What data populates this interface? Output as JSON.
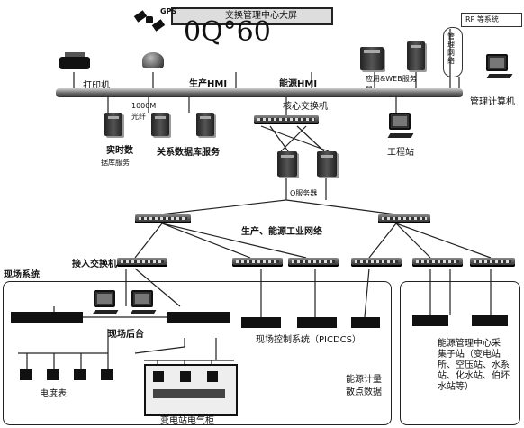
{
  "top_banner": {
    "text": "交换管理中心大屏"
  },
  "overlay_text": "0Q°60",
  "labels": {
    "gps": "GPS",
    "printer": "打印机",
    "production_hmi": "生产HMI",
    "energy_hmi": "能源HMI",
    "app_web_server": "应用&WEB服务器",
    "erp_system": "RP 等系统",
    "mgmt_word": "管理网络",
    "mgmt_computer": "管理计算机",
    "speed_label": "1000M光纤",
    "core_switch": "核心交换机",
    "realtime_db_a": "实时数",
    "realtime_db_b": "据库服务",
    "relational_db": "关系数据库服务",
    "workstation": "工程站",
    "o_server": "O服务器",
    "industrial_net": "生产、能源工业网络",
    "access_switch": "接入交换机",
    "field_system": "现场系统",
    "field_backstage": "现场后台",
    "picdcs": "现场控制系统（PICDCS）",
    "energy_meter_a": "能源计量",
    "energy_meter_b": "散点数据",
    "substation_lines": [
      "能源管理中心采",
      "集子站（变电站",
      "所、空压站、水系",
      "站、化水站、伯坏",
      "水站等）"
    ],
    "power_meter": "电度表",
    "substation_cabinet": "变电站电气柜"
  }
}
